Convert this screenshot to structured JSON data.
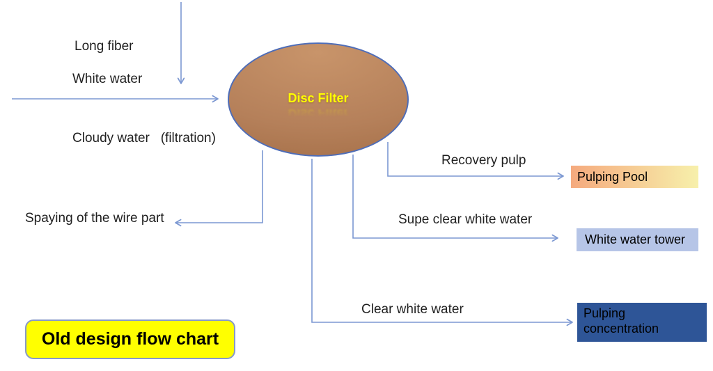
{
  "title": "Old design flow chart",
  "nodes": {
    "disc_filter": "Disc Filter",
    "pulping_pool": "Pulping Pool",
    "white_water_tower": "White water tower",
    "pulping_concentration": "Pulping concentration"
  },
  "labels": {
    "long_fiber": "Long fiber",
    "white_water": "White water",
    "cloudy_water": "Cloudy water   (filtration)",
    "spraying": "Spaying of the wire part",
    "recovery_pulp": "Recovery pulp",
    "supe_clear_white_water": "Supe clear white water",
    "clear_white_water": "Clear white water"
  },
  "colors": {
    "arrow_color": "#7b97d2",
    "ellipse_border": "#4e6db8",
    "ellipse_top": "#c8946a",
    "ellipse_mid": "#b5805a",
    "ellipse_bottom": "#a06a42",
    "disc_text": "#ffff00",
    "pool_left": "#f5aa7e",
    "pool_right": "#f7f0ab",
    "tower_bg": "#b6c5e7",
    "conc_bg": "#2e5597",
    "title_bg": "#ffff00",
    "title_border": "#8799c9",
    "text_color": "#1f1f1f"
  }
}
